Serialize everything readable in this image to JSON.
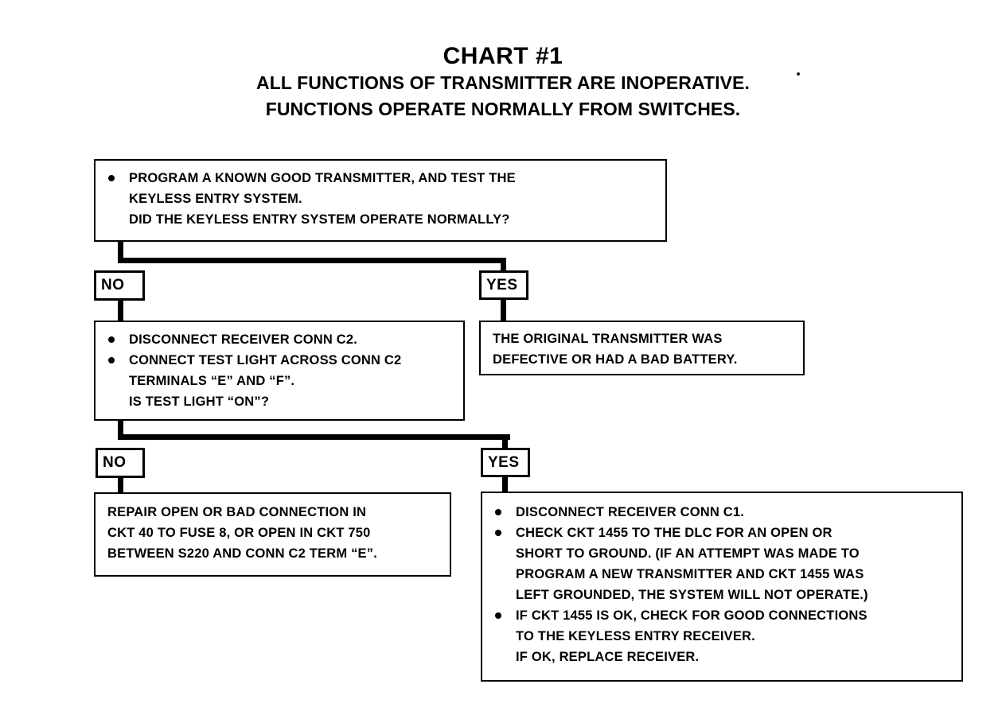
{
  "title": {
    "main": "CHART #1",
    "line2": "ALL FUNCTIONS OF TRANSMITTER ARE INOPERATIVE.",
    "line3": "FUNCTIONS OPERATE NORMALLY FROM SWITCHES."
  },
  "colors": {
    "ink": "#000000",
    "paper": "#ffffff"
  },
  "labels": {
    "no": "NO",
    "yes": "YES"
  },
  "chart_data": {
    "type": "diagram",
    "title": "CHART #1",
    "nodes": [
      {
        "id": "step1",
        "kind": "decision",
        "lines": [
          {
            "bullet": true,
            "text": "PROGRAM A KNOWN GOOD TRANSMITTER, AND TEST THE"
          },
          {
            "bullet": false,
            "text": "KEYLESS ENTRY SYSTEM."
          },
          {
            "bullet": false,
            "text": "DID THE KEYLESS ENTRY SYSTEM OPERATE NORMALLY?"
          }
        ]
      },
      {
        "id": "step2",
        "kind": "decision",
        "lines": [
          {
            "bullet": true,
            "text": "DISCONNECT RECEIVER CONN C2."
          },
          {
            "bullet": true,
            "text": "CONNECT TEST LIGHT ACROSS CONN C2"
          },
          {
            "bullet": false,
            "text": "TERMINALS “E” AND “F”."
          },
          {
            "bullet": false,
            "text": "IS TEST LIGHT “ON”?"
          }
        ]
      },
      {
        "id": "result-yes-1",
        "kind": "terminal",
        "lines": [
          {
            "bullet": false,
            "text": "THE ORIGINAL TRANSMITTER WAS"
          },
          {
            "bullet": false,
            "text": "DEFECTIVE OR HAD A BAD BATTERY."
          }
        ]
      },
      {
        "id": "result-no-2",
        "kind": "terminal",
        "lines": [
          {
            "bullet": false,
            "text": "REPAIR OPEN OR BAD CONNECTION IN"
          },
          {
            "bullet": false,
            "text": "CKT 40 TO FUSE 8, OR OPEN IN CKT 750"
          },
          {
            "bullet": false,
            "text": "BETWEEN S220 AND CONN C2 TERM “E”."
          }
        ]
      },
      {
        "id": "result-yes-2",
        "kind": "terminal",
        "lines": [
          {
            "bullet": true,
            "text": "DISCONNECT RECEIVER CONN C1."
          },
          {
            "bullet": true,
            "text": "CHECK CKT 1455 TO THE DLC FOR AN OPEN OR"
          },
          {
            "bullet": false,
            "text": "SHORT TO GROUND. (IF AN ATTEMPT WAS MADE TO"
          },
          {
            "bullet": false,
            "text": "PROGRAM A NEW TRANSMITTER AND CKT 1455 WAS"
          },
          {
            "bullet": false,
            "text": "LEFT GROUNDED, THE SYSTEM WILL NOT OPERATE.)"
          },
          {
            "bullet": true,
            "text": "IF CKT 1455 IS OK, CHECK FOR GOOD CONNECTIONS"
          },
          {
            "bullet": false,
            "text": "TO THE KEYLESS ENTRY RECEIVER."
          },
          {
            "bullet": false,
            "text": "IF OK, REPLACE RECEIVER."
          }
        ]
      }
    ],
    "edges": [
      {
        "from": "step1",
        "label": "NO",
        "to": "step2"
      },
      {
        "from": "step1",
        "label": "YES",
        "to": "result-yes-1"
      },
      {
        "from": "step2",
        "label": "NO",
        "to": "result-no-2"
      },
      {
        "from": "step2",
        "label": "YES",
        "to": "result-yes-2"
      }
    ]
  }
}
